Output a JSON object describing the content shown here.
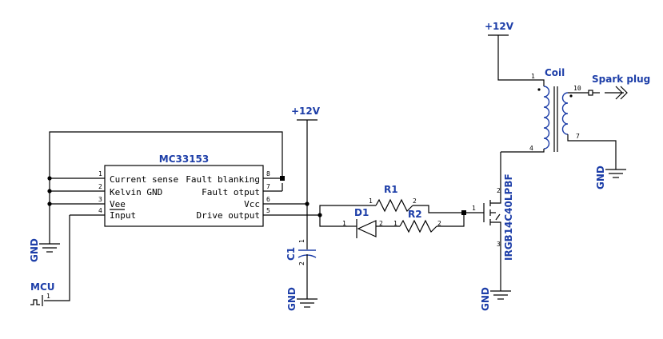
{
  "ic": {
    "name": "MC33153",
    "left_pins": [
      {
        "num": "1",
        "label": "Current sense"
      },
      {
        "num": "2",
        "label": "Kelvin GND"
      },
      {
        "num": "3",
        "label": "Vee"
      },
      {
        "num": "4",
        "label": "Input"
      }
    ],
    "right_pins": [
      {
        "num": "8",
        "label": "Fault blanking"
      },
      {
        "num": "7",
        "label": "Fault otput"
      },
      {
        "num": "6",
        "label": "Vcc"
      },
      {
        "num": "5",
        "label": "Drive output"
      }
    ]
  },
  "nets": {
    "vcc_mid": "+12V",
    "vcc_top": "+12V",
    "gnd_left": "GND",
    "gnd_c1": "GND",
    "gnd_igbt": "GND",
    "gnd_coil": "GND"
  },
  "components": {
    "mcu": "MCU",
    "mcu_pin": "1",
    "c1": "C1",
    "c1_pin1": "1",
    "c1_pin2": "2",
    "r1": "R1",
    "r1_pin1": "1",
    "r1_pin2": "2",
    "r2": "R2",
    "r2_pin1": "1",
    "r2_pin2": "2",
    "d1": "D1",
    "d1_pin1": "1",
    "d1_pin2": "2",
    "igbt": "IRGB14C40LPBF",
    "igbt_pin1": "1",
    "igbt_pin2": "2",
    "igbt_pin3": "3",
    "coil": "Coil",
    "coil_pin1": "1",
    "coil_pin4": "4",
    "coil_pin7": "7",
    "coil_pin10": "10",
    "spark_plug": "Spark plug"
  }
}
